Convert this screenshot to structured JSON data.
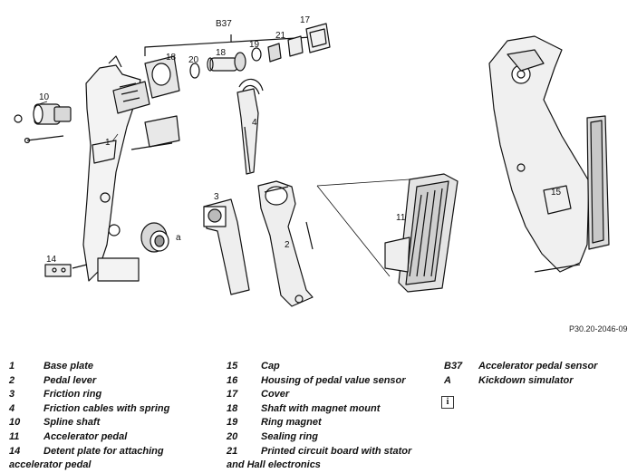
{
  "figure_ref": "P30.20-2046-09",
  "group_label": "B37",
  "callouts": {
    "c1": "1",
    "c2": "2",
    "c3": "3",
    "c4": "4",
    "c10": "10",
    "c11": "11",
    "c14": "14",
    "c15": "15",
    "c17": "17",
    "c18a": "18",
    "c18b": "18",
    "c19": "19",
    "c20": "20",
    "c21": "21",
    "cA": "a"
  },
  "legend": {
    "col1": [
      {
        "num": "1",
        "text": "Base plate"
      },
      {
        "num": "2",
        "text": "Pedal lever"
      },
      {
        "num": "3",
        "text": "Friction ring"
      },
      {
        "num": "4",
        "text": "Friction cables with spring"
      },
      {
        "num": "10",
        "text": "Spline shaft"
      },
      {
        "num": "11",
        "text": "Accelerator pedal"
      },
      {
        "num": "14",
        "text": "Detent plate for attaching"
      }
    ],
    "col1_wrap": "accelerator pedal",
    "col2": [
      {
        "num": "15",
        "text": "Cap"
      },
      {
        "num": "16",
        "text": "Housing of pedal value sensor"
      },
      {
        "num": "17",
        "text": "Cover"
      },
      {
        "num": "18",
        "text": "Shaft with magnet mount"
      },
      {
        "num": "19",
        "text": "Ring magnet"
      },
      {
        "num": "20",
        "text": "Sealing ring"
      },
      {
        "num": "21",
        "text": "Printed circuit board with stator"
      }
    ],
    "col2_wrap": "and Hall electronics",
    "col3": [
      {
        "num": "B37",
        "text": "Accelerator pedal sensor"
      },
      {
        "num": "A",
        "text": "Kickdown simulator"
      }
    ],
    "info_icon": "i"
  }
}
